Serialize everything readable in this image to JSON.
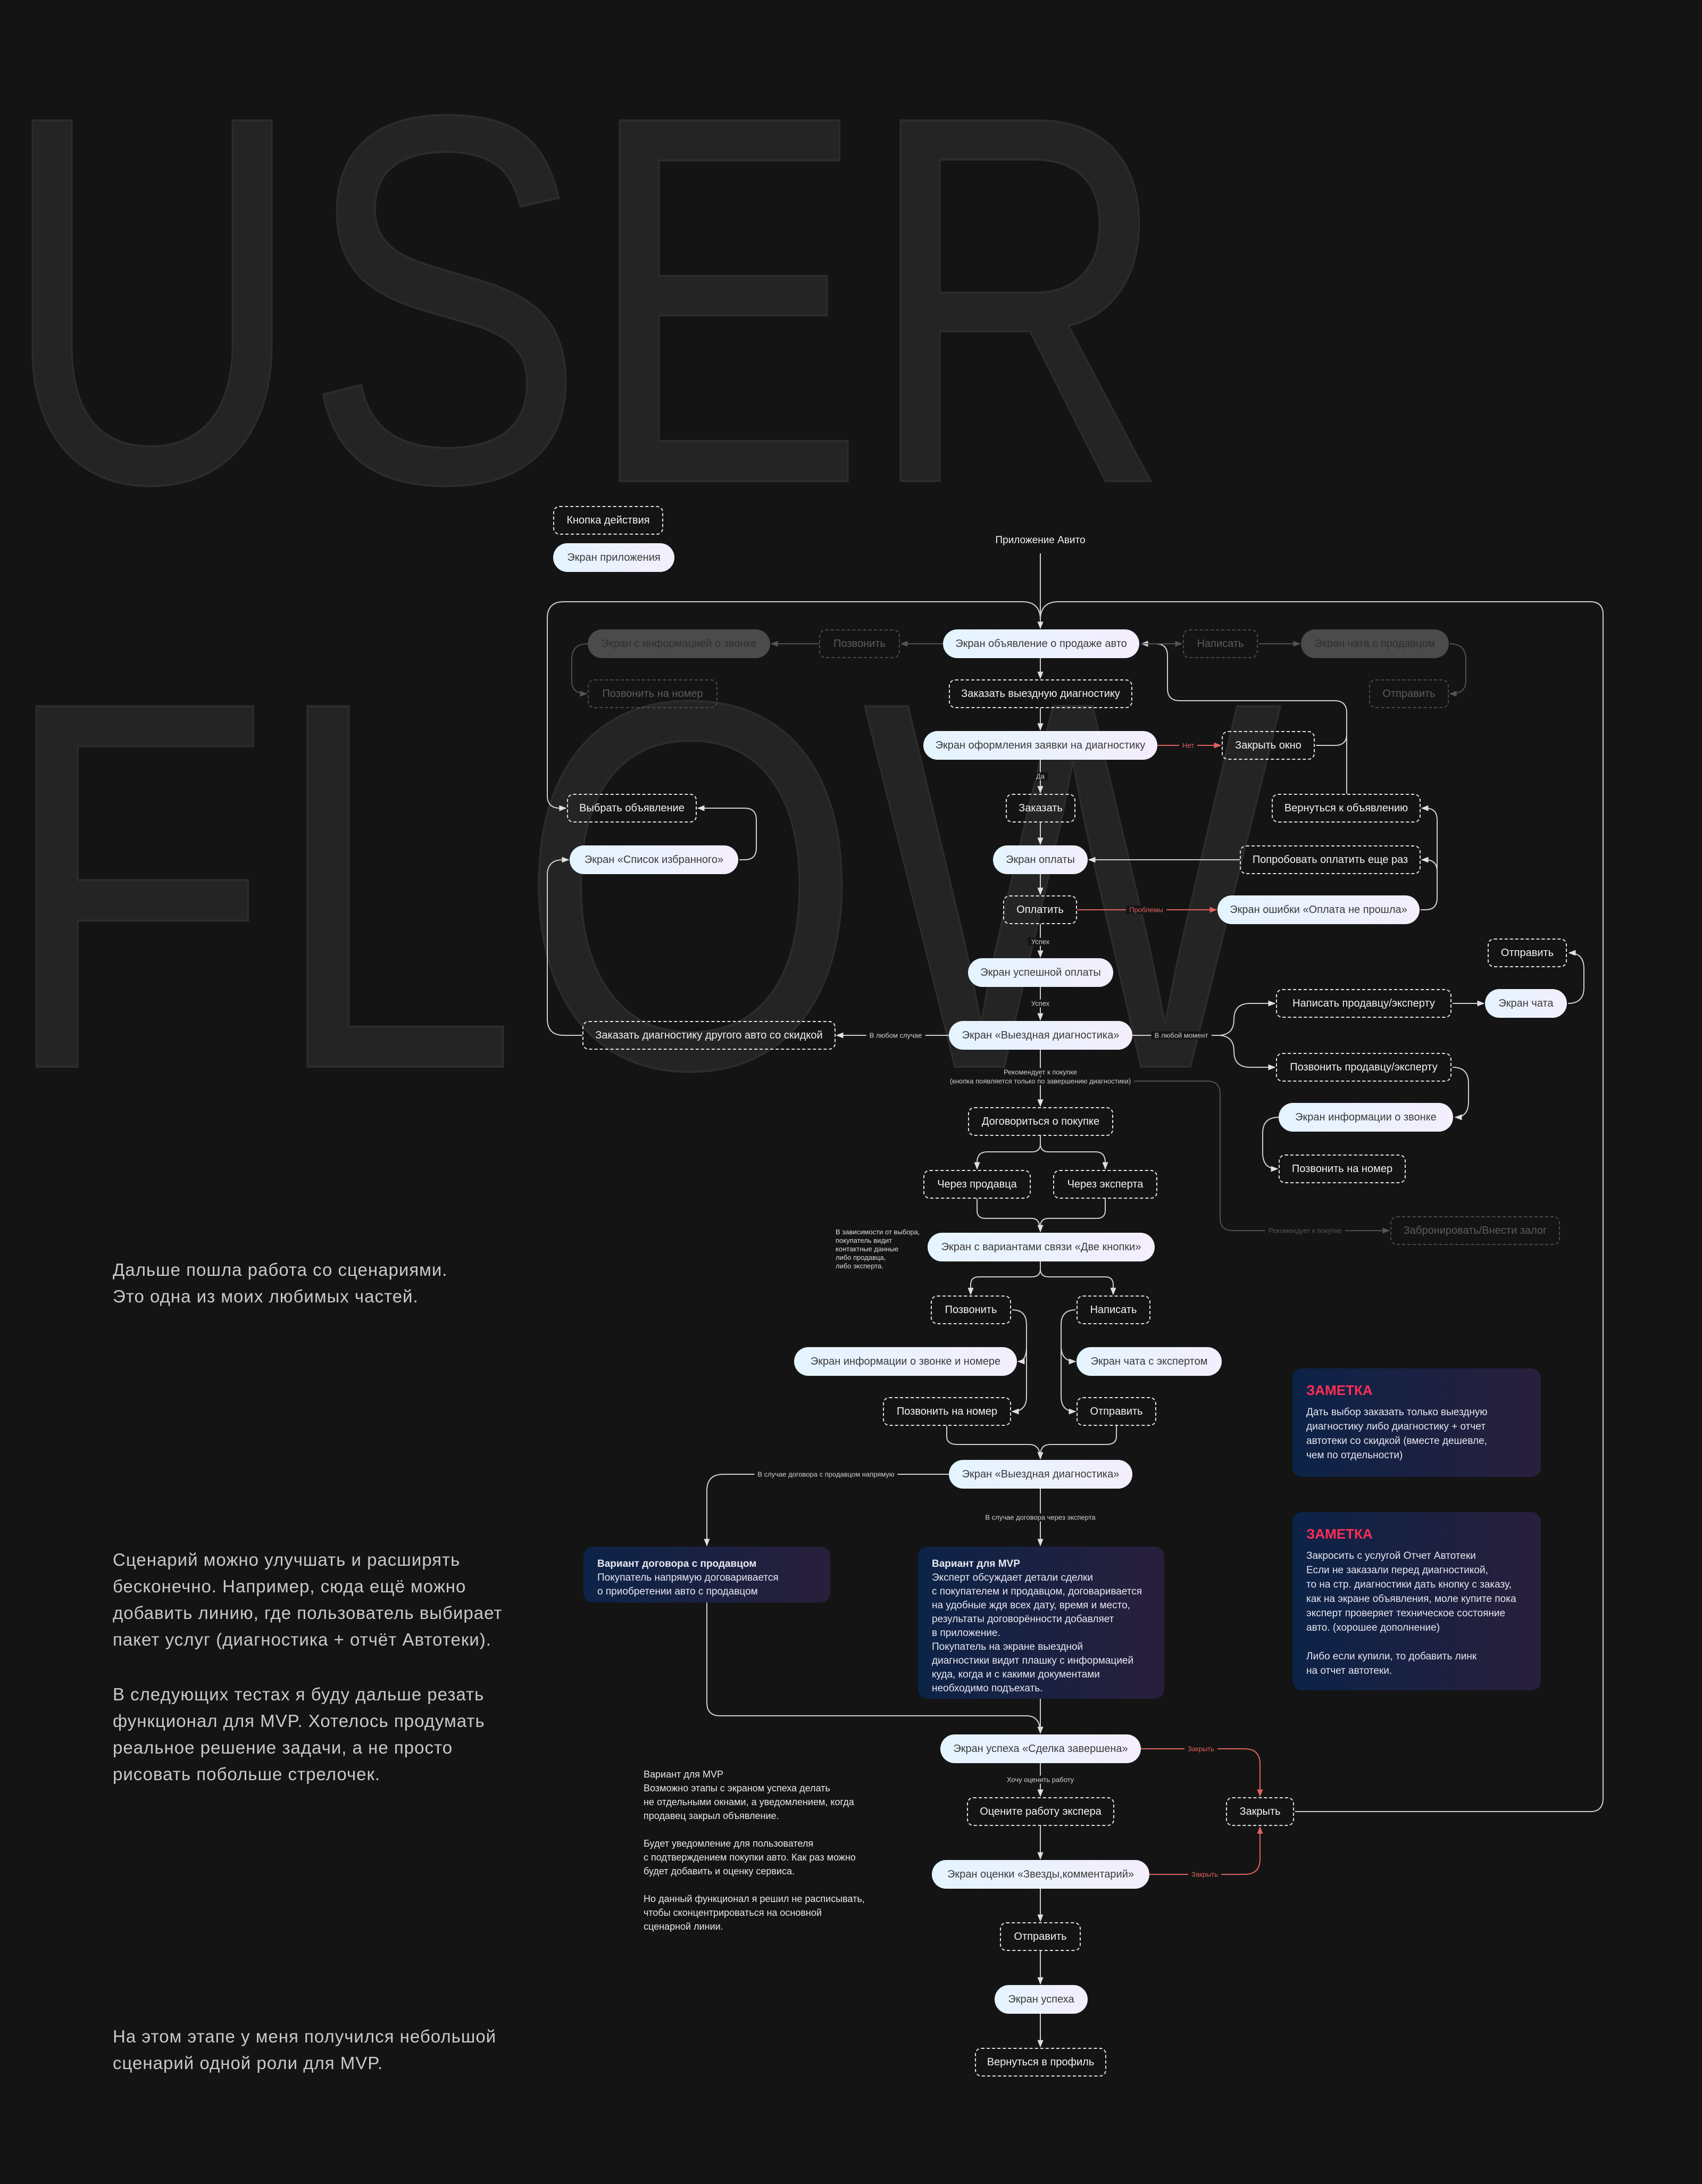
{
  "hero": {
    "line1": "USER",
    "line2": "FLOW"
  },
  "legend": {
    "action_button": "Кнопка действия",
    "app_screen": "Экран приложения"
  },
  "app_title": "Приложение Авито",
  "nodes": {
    "ad_screen": "Экран объявление о продаже авто",
    "call_faded": "Позвонить",
    "call_info_gray": "Экран с информацией о звонке",
    "write_faded": "Написать",
    "seller_chat_gray": "Экран чата с продавцом",
    "call_number_faded": "Позвонить на номер",
    "send_faded": "Отправить",
    "order_diag": "Заказать выездную диагностику",
    "request_screen": "Экран оформления заявки на диагностику",
    "close_window": "Закрыть окно",
    "order": "Заказать",
    "choose_ad": "Выбрать объявление",
    "back_to_ad": "Вернуться к объявлению",
    "payment_screen": "Экран оплаты",
    "favorites": "Экран «Список избранного»",
    "retry_pay": "Попробовать оплатить еще раз",
    "pay": "Оплатить",
    "pay_error": "Экран ошибки «Оплата не прошла»",
    "pay_success": "Экран успешной оплаты",
    "send_chat": "Отправить",
    "write_seller_expert": "Написать продавцу/эксперту",
    "chat_screen": "Экран чата",
    "onsite_diag": "Экран «Выездная диагностика»",
    "order_other": "Заказать диагностику другого авто со скидкой",
    "call_seller_expert": "Позвонить продавцу/эксперту",
    "call_info_screen": "Экран информации о звонке",
    "agree_purchase": "Договориться о покупке",
    "call_number2": "Позвонить на номер",
    "via_seller": "Через продавца",
    "via_expert": "Через эксперта",
    "reserve_faded": "Забронировать/Внести залог",
    "two_buttons": "Экран с вариантами связи «Две кнопки»",
    "call3": "Позвонить",
    "write3": "Написать",
    "call_info_number": "Экран информации о звонке и номере",
    "expert_chat": "Экран чата с экспертом",
    "call_number3": "Позвонить на номер",
    "send3": "Отправить",
    "onsite_diag2": "Экран «Выездная диагностика»",
    "deal_done": "Экран успеха «Сделка завершена»",
    "rate_expert": "Оцените работу экспера",
    "close2": "Закрыть",
    "rating_screen": "Экран оценки «Звезды,комментарий»",
    "send4": "Отправить",
    "success": "Экран успеха",
    "back_profile": "Вернуться в профиль"
  },
  "labels": {
    "no": "Нет",
    "yes": "Да",
    "problems": "Проблемы",
    "success1": "Успех",
    "success2": "Успех",
    "any_case": "В любом случае",
    "any_moment": "В любой момент",
    "recommends": "Рекомендует к покупке",
    "recommends_note": "(кнопка появляется только по завершению диагностики)",
    "recommends_faded": "Рекомендует к покупке",
    "direct_seller": "В случае договора с продавцом напрямую",
    "via_expert": "В случае договора через эксперта",
    "close_a": "Закрыть",
    "close_b": "Закрыть",
    "want_rate": "Хочу оценить работу"
  },
  "side_note": "В зависимости от выбора,\nпокупатель видит\nконтактные данные\nлибо продавца,\nлибо эксперта.",
  "variants": {
    "seller": {
      "title": "Вариант договора с продавцом",
      "body": "Покупатель напрямую договаривается\nо приобретении авто с продавцом"
    },
    "mvp": {
      "title": "Вариант для MVP",
      "body": "Эксперт обсуждает детали сделки\nс покупателем и продавцом, договаривается\nна удобные ждя всех дату, время и место,\nрезультаты договорённости добавляет\nв приложение.\nПокупатель на экране выездной\nдиагностики видит плашку с информацией\nкуда, когда и с какими документами\nнеобходимо подъехать."
    }
  },
  "notes": [
    {
      "title": "ЗАМЕТКА",
      "body": "Дать выбор заказать только выездную\nдиагностику либо диагностику + отчет\nавтотеки со скидкой (вместе дешевле,\nчем по отдельности)"
    },
    {
      "title": "ЗАМЕТКА",
      "body": "Закросить с услугой Отчет Автотеки\nЕсли не заказали перед диагностикой,\nто на стр. диагностики дать кнопку с заказу,\nкак на экране объявления, моле купите пока\nэксперт проверяет техническое состояние\nавто. (хорошее дополнение)\n\nЛибо если купили, то добавить линк\nна отчет автотеки."
    }
  ],
  "mvp_note": "Вариант для MVP\nВозможно этапы с экраном успеха делать\nне отдельными окнами, а уведомлением, когда\nпродавец закрыл объявление.\n\nБудет уведомление для пользователя\nс подтверждением покупки авто. Как раз можно\nбудет добавить и оценку сервиса.\n\nНо данный функционал я решил не расписывать,\nчтобы сконцентрироваться на основной\nсценарной линии.",
  "side_text": {
    "p1": "Дальше пошла работа со сценариями.\nЭто одна из моих любимых частей.",
    "p2": "Сценарий можно улучшать и расширять\nбесконечно. Например, сюда ещё можно\nдобавить линию, где пользователь выбирает\nпакет услуг (диагностика + отчёт Автотеки).",
    "p3": "В следующих тестах я буду дальше резать\nфункционал для MVP. Хотелось продумать\nреальное решение задачи, а не просто\nрисовать побольше стрелочек.",
    "p4": "На этом этапе у меня получился небольшой\nсценарий одной роли для MVP."
  },
  "colors": {
    "background": "#141414",
    "accent_red": "#ff2d55",
    "link_red": "#e0625f"
  }
}
